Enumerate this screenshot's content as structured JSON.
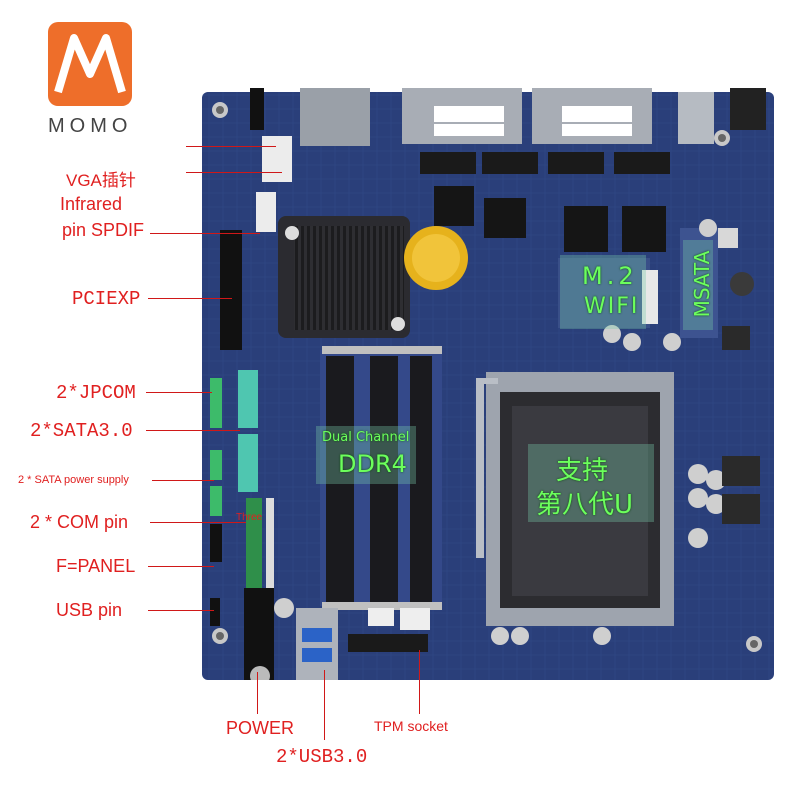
{
  "brand": {
    "logo_text": "MOMO",
    "logo_color": "#ee6e2a"
  },
  "labels": {
    "vga": "VGA插针",
    "infrared": "Infrared",
    "spdif": "pin SPDIF",
    "pciexp": "PCIEXP",
    "jpcom": "2*JPCOM",
    "sata": "2*SATA3.0",
    "sata_power": "2 * SATA power supply",
    "com_pin": "2 * COM pin",
    "fpanel": "F=PANEL",
    "usb_pin": "USB pin",
    "power": "POWER",
    "usb3": "2*USB3.0",
    "tpm": "TPM socket"
  },
  "board_overlays": {
    "m2": "M.2",
    "wifi": "WIFI",
    "msata": "MSATA",
    "dual_channel": "Dual Channel",
    "ddr4": "DDR4",
    "support_line1": "支持",
    "support_line2": "第八代U",
    "three": "Three"
  },
  "colors": {
    "label_red": "#e02020",
    "board_blue": "#2a3f7a",
    "overlay_green": "#6cff5c"
  }
}
